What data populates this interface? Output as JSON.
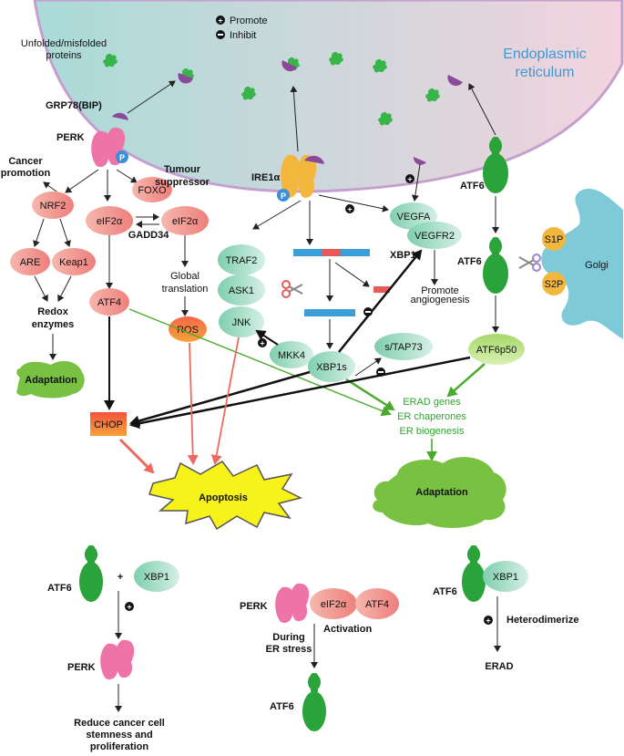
{
  "legend": {
    "promote": "Promote",
    "inhibit": "Inhibit"
  },
  "er": {
    "title_line1": "Endoplasmic",
    "title_line2": "reticulum",
    "unfolded_line1": "Unfolded/misfolded",
    "unfolded_line2": "proteins"
  },
  "sensors": {
    "grp78": "GRP78(BIP)",
    "perk": "PERK",
    "ire1a": "IRE1α",
    "atf6": "ATF6",
    "phospho": "P"
  },
  "perk_branch": {
    "cancer_line1": "Cancer",
    "cancer_line2": "promotion",
    "nrf2": "NRF2",
    "eif2a": "eIF2α",
    "eif2a_b": "eIF2α",
    "gadd34": "GADD34",
    "foxo": "FOXO",
    "tumour_line1": "Tumour",
    "tumour_line2": "suppressor",
    "are": "ARE",
    "keap1": "Keap1",
    "redox_line1": "Redox",
    "redox_line2": "enzymes",
    "adaptation_small": "Adaptation",
    "atf4": "ATF4",
    "global_line1": "Global",
    "global_line2": "translation",
    "ros": "ROS",
    "chop": "CHOP"
  },
  "ire_branch": {
    "traf2": "TRAF2",
    "ask1": "ASK1",
    "jnk": "JNK",
    "mkk4": "MKK4",
    "xbp1": "XBP1",
    "xbp1s": "XBP1s",
    "stap73": "s/TAP73",
    "vegfa": "VEGFA",
    "vegfr2": "VEGFR2",
    "promote_line1": "Promote",
    "promote_line2": "angiogenesis"
  },
  "atf6_branch": {
    "atf6_golgi": "ATF6",
    "golgi": "Golgi",
    "s1p": "S1P",
    "s2p": "S2P",
    "atf6p50": "ATF6p50",
    "erad_genes": "ERAD genes",
    "er_chaperones": "ER chaperones",
    "er_biogenesis": "ER biogenesis",
    "adaptation_big": "Adaptation"
  },
  "apoptosis": "Apoptosis",
  "panels": {
    "p1": {
      "atf6": "ATF6",
      "plus": "+",
      "xbp1": "XBP1",
      "perk": "PERK",
      "outcome_line1": "Reduce cancer cell",
      "outcome_line2": "stemness and",
      "outcome_line3": "proliferation"
    },
    "p2": {
      "perk": "PERK",
      "eif2a": "eIF2α",
      "atf4": "ATF4",
      "during_line1": "During",
      "during_line2": "ER stress",
      "activation": "Activation",
      "atf6": "ATF6"
    },
    "p3": {
      "atf6": "ATF6",
      "xbp1": "XBP1",
      "heterodimerize": "Heterodimerize",
      "erad": "ERAD"
    }
  },
  "colors": {
    "er_left": "#a9dbd8",
    "er_right": "#f3d3de",
    "er_border": "#c49fcf",
    "perk_pink": "#ee73a9",
    "ire_orange": "#f4b73e",
    "atf6_green": "#2aa33a",
    "grp78_purple": "#8a4a9a",
    "salmon": "#f08f8a",
    "mint": "#9fd9c2",
    "apoptosis_yellow": "#f7f31a",
    "chop_grad_top": "#f0553d",
    "chop_grad_bottom": "#f7a23a",
    "adapt_green": "#79c143",
    "golgi_blue": "#7fcad8",
    "arrow_green": "#4aaa2e",
    "arrow_red": "#ee6a5e"
  }
}
